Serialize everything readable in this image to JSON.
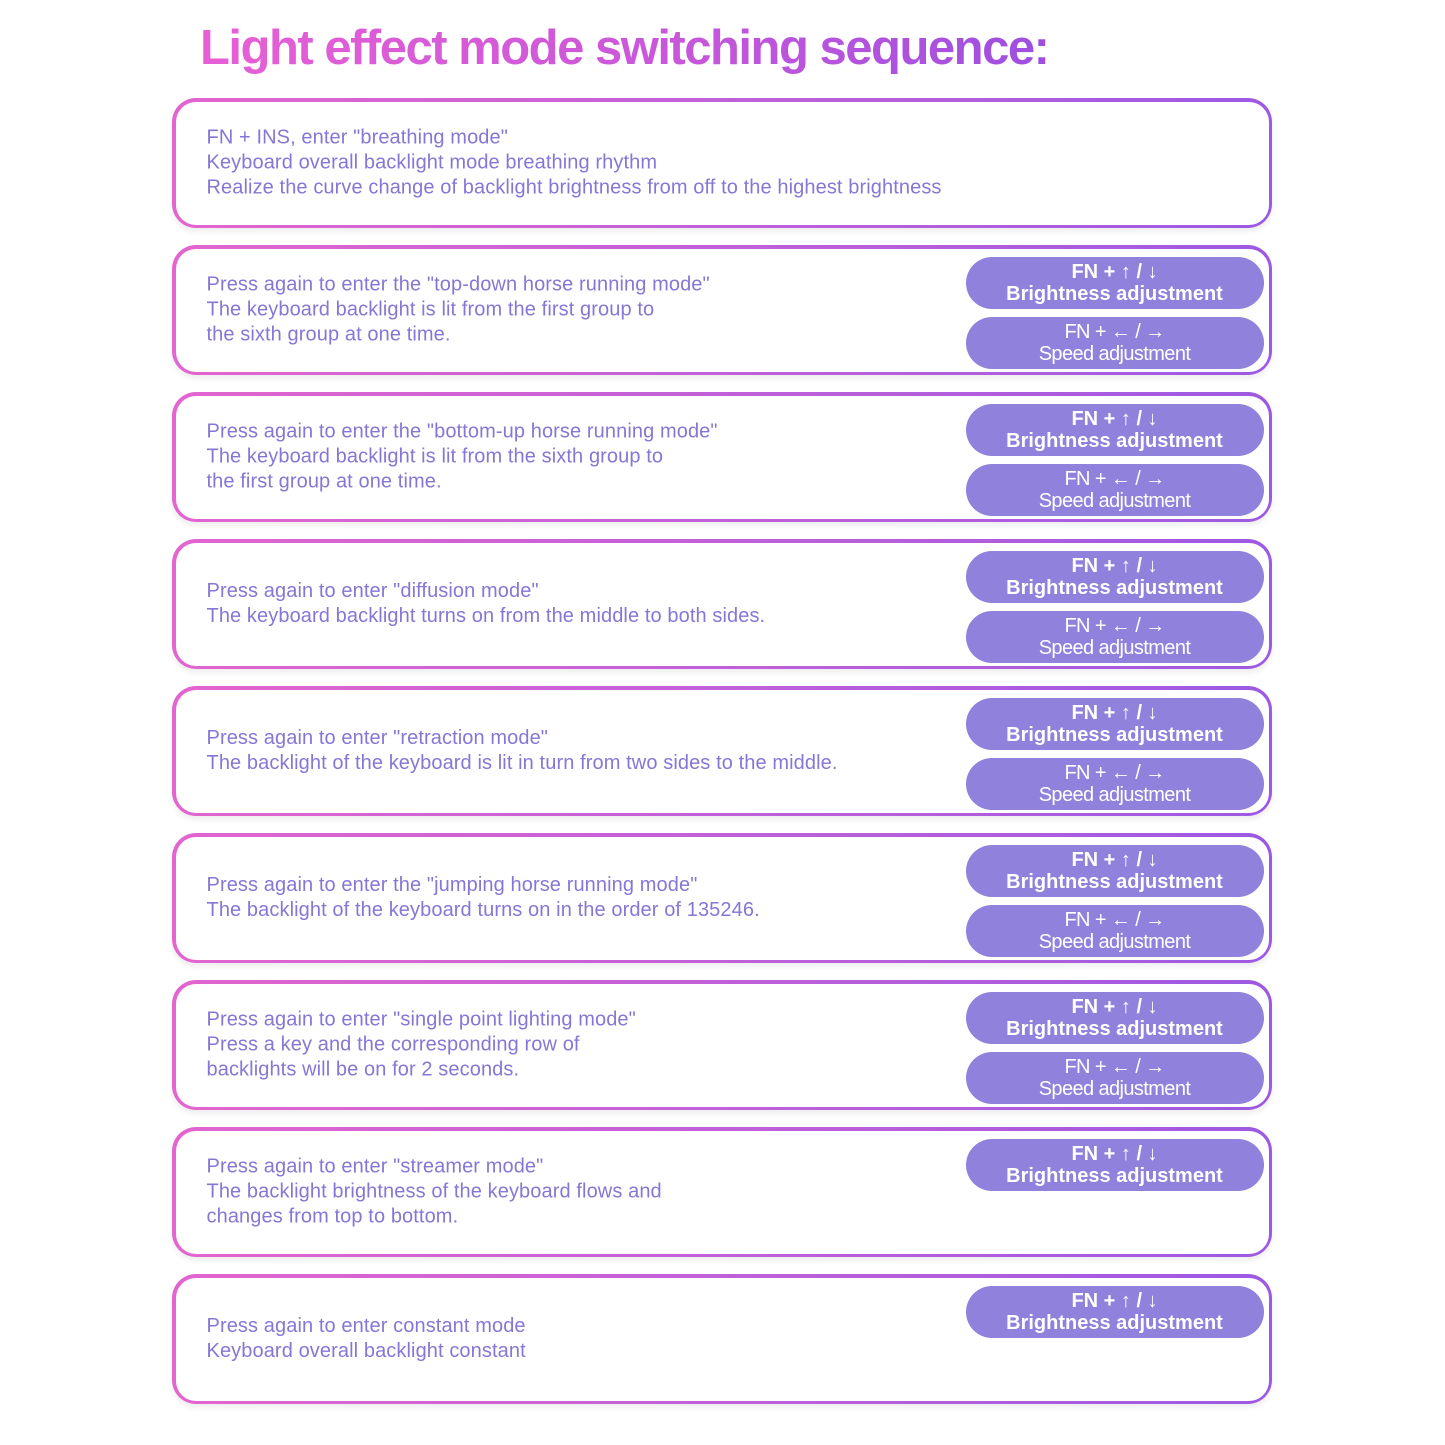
{
  "page": {
    "title": "Light effect mode switching sequence:"
  },
  "colors": {
    "title_gradient_start": "#e85fd5",
    "title_gradient_end": "#9d4fe0",
    "box_border_gradient_start": "#e365cf",
    "box_border_gradient_end": "#9d59e3",
    "body_text": "#8577d6",
    "pill_background": "#8f81dc",
    "pill_text": "#ffffff",
    "page_background": "#ffffff"
  },
  "pills": {
    "brightness": {
      "keys": "FN + ↑ / ↓",
      "label": "Brightness adjustment"
    },
    "speed": {
      "keys": "FN + ← / →",
      "label": "Speed adjustment"
    }
  },
  "boxes": [
    {
      "mode": "breathing",
      "lines": [
        "FN + INS, enter \"breathing mode\"",
        "Keyboard overall backlight mode breathing rhythm",
        "Realize the curve change of backlight brightness from off to the highest brightness"
      ],
      "pills": []
    },
    {
      "mode": "top-down-horse-running",
      "lines": [
        "Press again to enter the \"top-down horse running mode\"",
        "The keyboard backlight is lit from the first group to",
        "the sixth group at one time."
      ],
      "pills": [
        "brightness",
        "speed"
      ]
    },
    {
      "mode": "bottom-up-horse-running",
      "lines": [
        "Press again to enter the \"bottom-up horse running mode\"",
        "The keyboard backlight is lit from the sixth group to",
        "the first group at one time."
      ],
      "pills": [
        "brightness",
        "speed"
      ]
    },
    {
      "mode": "diffusion",
      "lines": [
        "Press again to enter \"diffusion mode\"",
        "The keyboard backlight turns on from the middle to both sides."
      ],
      "pills": [
        "brightness",
        "speed"
      ]
    },
    {
      "mode": "retraction",
      "lines": [
        "Press again to enter \"retraction mode\"",
        "The backlight of the keyboard is lit in turn from two sides to the middle."
      ],
      "pills": [
        "brightness",
        "speed"
      ]
    },
    {
      "mode": "jumping-horse-running",
      "lines": [
        "Press again to enter the \"jumping horse running mode\"",
        "The backlight of the keyboard turns on in the order of 135246."
      ],
      "pills": [
        "brightness",
        "speed"
      ]
    },
    {
      "mode": "single-point-lighting",
      "lines": [
        "Press again to enter \"single point lighting mode\"",
        "Press a key and the corresponding row of",
        "backlights will be on for 2 seconds."
      ],
      "pills": [
        "brightness",
        "speed"
      ]
    },
    {
      "mode": "streamer",
      "lines": [
        "Press again to enter \"streamer mode\"",
        "The backlight brightness of the keyboard flows and",
        "changes from top to bottom."
      ],
      "pills": [
        "brightness"
      ]
    },
    {
      "mode": "constant",
      "lines": [
        "Press again to enter constant mode",
        "Keyboard overall backlight constant"
      ],
      "pills": [
        "brightness"
      ]
    }
  ]
}
